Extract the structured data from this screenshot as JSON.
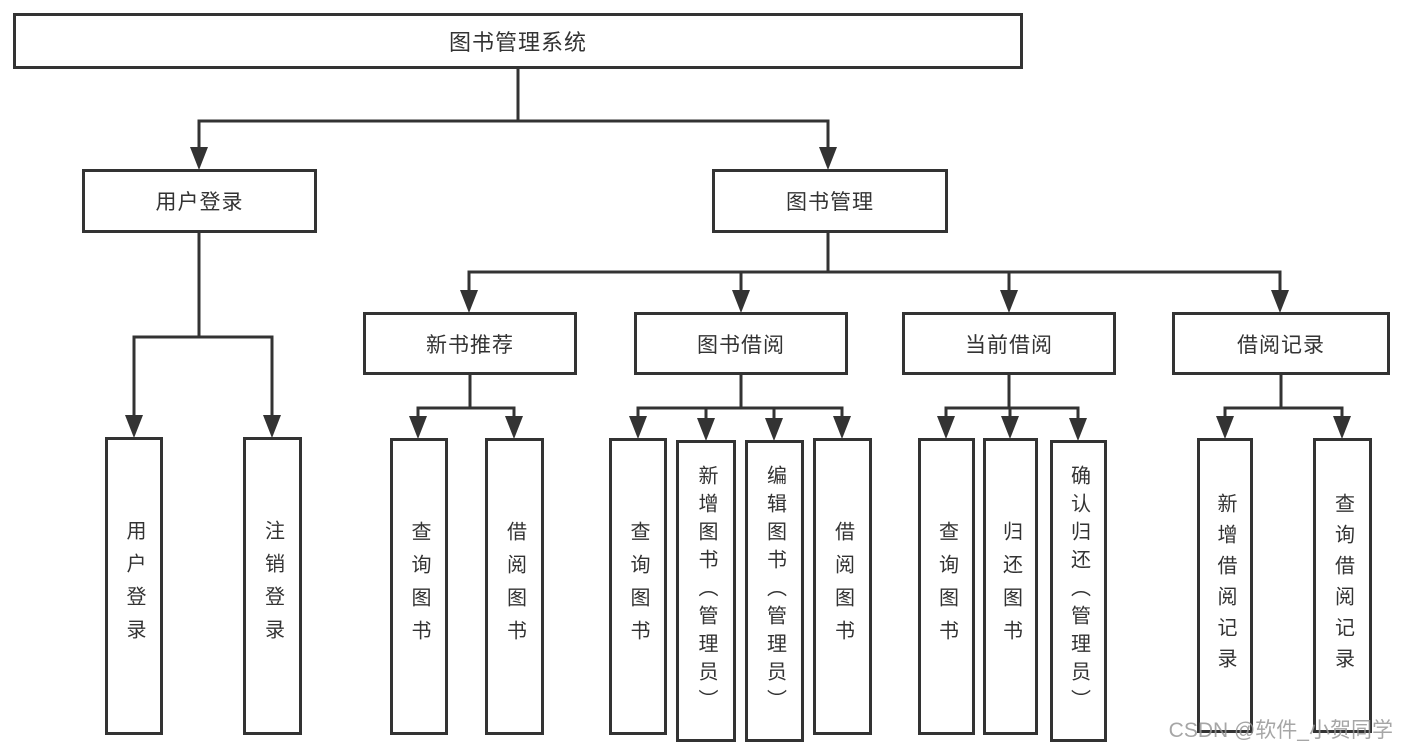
{
  "diagram": {
    "root_label": "图书管理系统",
    "level2": [
      {
        "label": "用户登录"
      },
      {
        "label": "图书管理"
      }
    ],
    "level3": [
      {
        "label": "新书推荐"
      },
      {
        "label": "图书借阅"
      },
      {
        "label": "当前借阅"
      },
      {
        "label": "借阅记录"
      }
    ],
    "leaves_user_login": [
      {
        "label": "用户登录"
      },
      {
        "label": "注销登录"
      }
    ],
    "leaves_new_book": [
      {
        "label": "查询图书"
      },
      {
        "label": "借阅图书"
      }
    ],
    "leaves_book_borrow": [
      {
        "label": "查询图书"
      },
      {
        "label": "新增图书（管理员）"
      },
      {
        "label": "编辑图书（管理员）"
      },
      {
        "label": "借阅图书"
      }
    ],
    "leaves_current_borrow": [
      {
        "label": "查询图书"
      },
      {
        "label": "归还图书"
      },
      {
        "label": "确认归还（管理员）"
      }
    ],
    "leaves_borrow_records": [
      {
        "label": "新增借阅记录"
      },
      {
        "label": "查询借阅记录"
      }
    ]
  },
  "colors": {
    "line": "#333333",
    "box_border": "#333333",
    "box_fill": "#ffffff",
    "text": "#333333",
    "watermark": "#969696"
  },
  "watermark": {
    "text": "CSDN @软件_小贺同学"
  }
}
